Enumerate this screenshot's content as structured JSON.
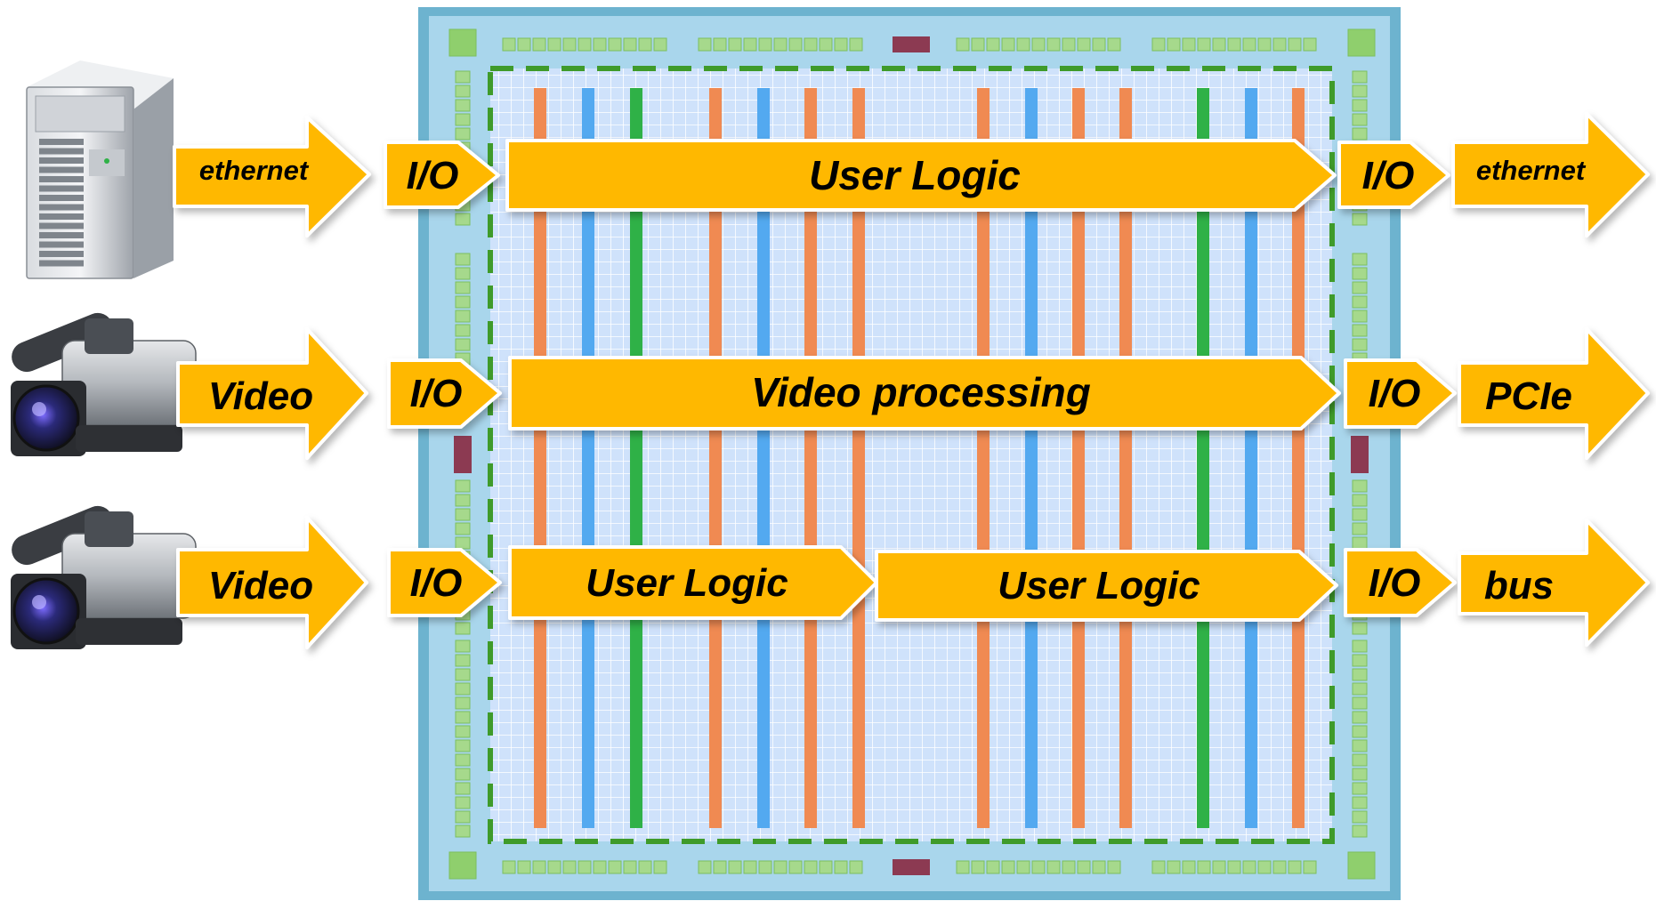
{
  "colors": {
    "arrow_fill": "#ffb800",
    "arrow_stroke": "#ffffff",
    "chip_border": "#6db3cf",
    "chip_face": "#a9d6ec",
    "logic_fabric": "#cfe2fb",
    "io_pad": "#a6d98c",
    "pad_special": "#8c3a52",
    "column_orange": "#f08a52",
    "column_blue": "#53a9f0",
    "column_green": "#2fb147"
  },
  "sources": [
    {
      "icon": "server-icon"
    },
    {
      "icon": "video-camera-icon"
    },
    {
      "icon": "video-camera-icon"
    }
  ],
  "rows": [
    {
      "input": "ethernet",
      "io_in": "I/O",
      "blocks": [
        "User Logic"
      ],
      "io_out": "I/O",
      "output": "ethernet"
    },
    {
      "input": "Video",
      "io_in": "I/O",
      "blocks": [
        "Video processing"
      ],
      "io_out": "I/O",
      "output": "PCIe"
    },
    {
      "input": "Video",
      "io_in": "I/O",
      "blocks": [
        "User Logic",
        "User Logic"
      ],
      "io_out": "I/O",
      "output": "bus"
    }
  ]
}
